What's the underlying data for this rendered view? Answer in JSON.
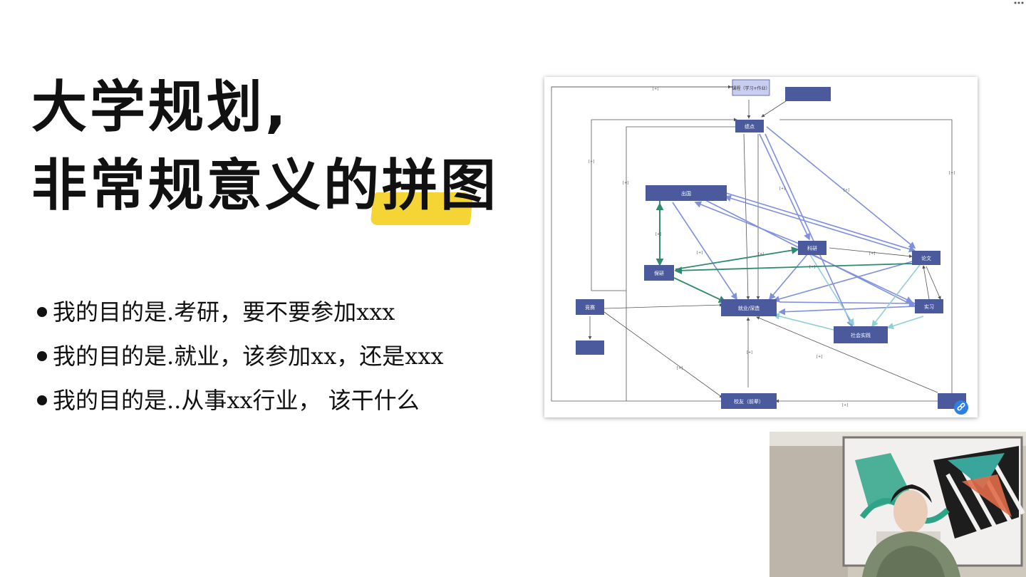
{
  "slide": {
    "title_line1": "大学规划,",
    "title_line2": "非常规意义的拼图",
    "bullets": [
      "我的目的是.考研，要不要参加xxx",
      "我的目的是.就业，该参加xx，还是xxx",
      "我的目的是..从事xx行业， 该干什么"
    ]
  },
  "diagram": {
    "nodes": [
      "课程（学习+作业）",
      "绩点",
      "科研",
      "论文",
      "实习",
      "竞赛",
      "就业/深造",
      "社会实践",
      "保研",
      "出国",
      "校友（前辈）"
    ]
  },
  "colors": {
    "node_fill": "#4a5a9c",
    "edge_blue": "#7f8fe0",
    "edge_green": "#2e8b6e",
    "edge_cyan": "#8fd0d6",
    "highlight": "#f4d535",
    "link_button": "#2f7ee6"
  },
  "icons": {
    "link_button": "link-icon"
  }
}
